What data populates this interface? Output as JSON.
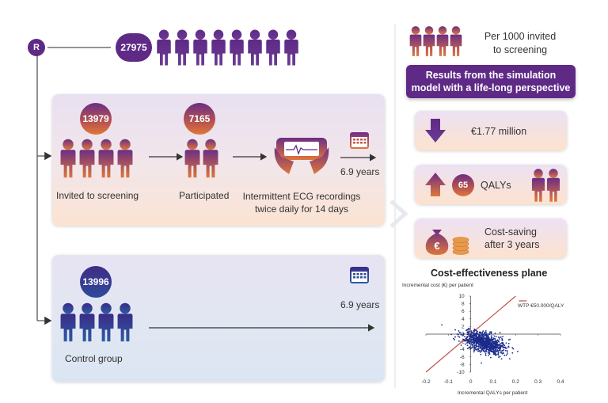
{
  "randomization_label": "R",
  "total_population": "27975",
  "screening_arm": {
    "invited_count": "13979",
    "invited_label": "Invited to screening",
    "participated_count": "7165",
    "participated_label": "Participated",
    "ecg_label_line1": "Intermittent ECG recordings",
    "ecg_label_line2": "twice daily for 14 days",
    "followup": "6.9 years"
  },
  "control_arm": {
    "count": "13996",
    "label": "Control group",
    "followup": "6.9 years"
  },
  "results": {
    "per_line1": "Per 1000 invited",
    "per_line2": "to screening",
    "banner_line1": "Results from the simulation",
    "banner_line2": "model with a life-long  perspective",
    "cost_value": "€1.77 million",
    "qaly_count": "65",
    "qaly_label": "QALYs",
    "cost_saving_line1": "Cost-saving",
    "cost_saving_line2": "after 3 years",
    "euro_symbol": "€"
  },
  "ce_plane_title": "Cost-effectiveness plane",
  "chart_data": {
    "type": "scatter",
    "ylabel": "Incremental cost (€) per patient",
    "xlabel": "Incremental QALYs per patient",
    "xlim": [
      -0.2,
      0.4
    ],
    "ylim": [
      -10,
      10
    ],
    "xticks": [
      "-0.2",
      "-0.1",
      "0",
      "0.1",
      "0.2",
      "0.3",
      "0.4"
    ],
    "yticks": [
      "10",
      "8",
      "6",
      "4",
      "2",
      "0",
      "-2",
      "-4",
      "-6",
      "-8",
      "-10"
    ],
    "wtp_label": "WTP €50.000/QALY",
    "wtp_slope": 50,
    "cloud_center": [
      0.06,
      -2.2
    ],
    "cloud_spread": [
      0.045,
      1.6
    ],
    "colors": {
      "points": "#1a2a8a",
      "wtp": "#c0504d"
    }
  },
  "colors": {
    "purple": "#5e2a86",
    "orange": "#e0763a",
    "blue": "#2e4a9a",
    "person_top": "#6b2e84",
    "person_bottom": "#e0763a"
  }
}
